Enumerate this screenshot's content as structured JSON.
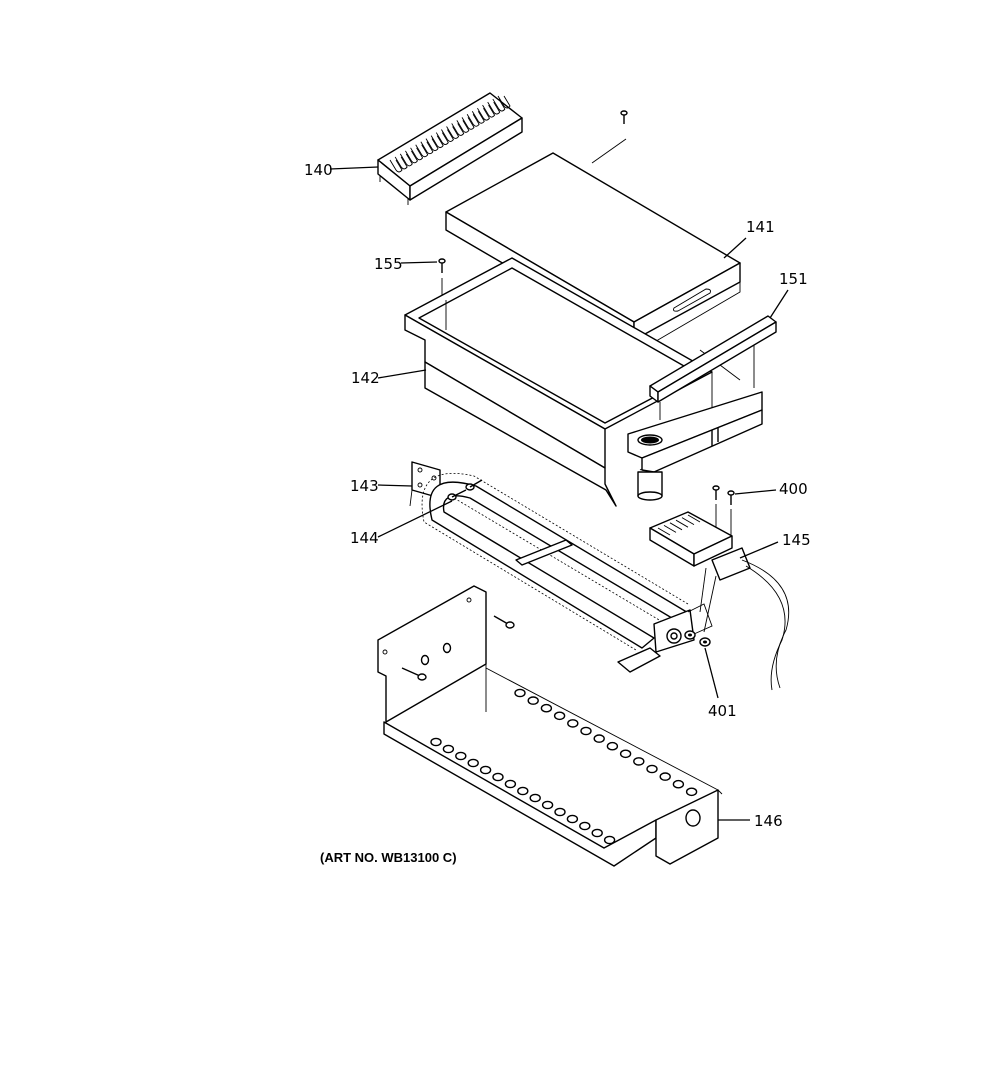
{
  "diagram": {
    "art_number": "(ART NO. WB13100 C)",
    "callouts": {
      "c140": "140",
      "c141": "141",
      "c155": "155",
      "c151": "151",
      "c142": "142",
      "c143": "143",
      "c400": "400",
      "c144": "144",
      "c145": "145",
      "c401": "401",
      "c146": "146"
    }
  }
}
